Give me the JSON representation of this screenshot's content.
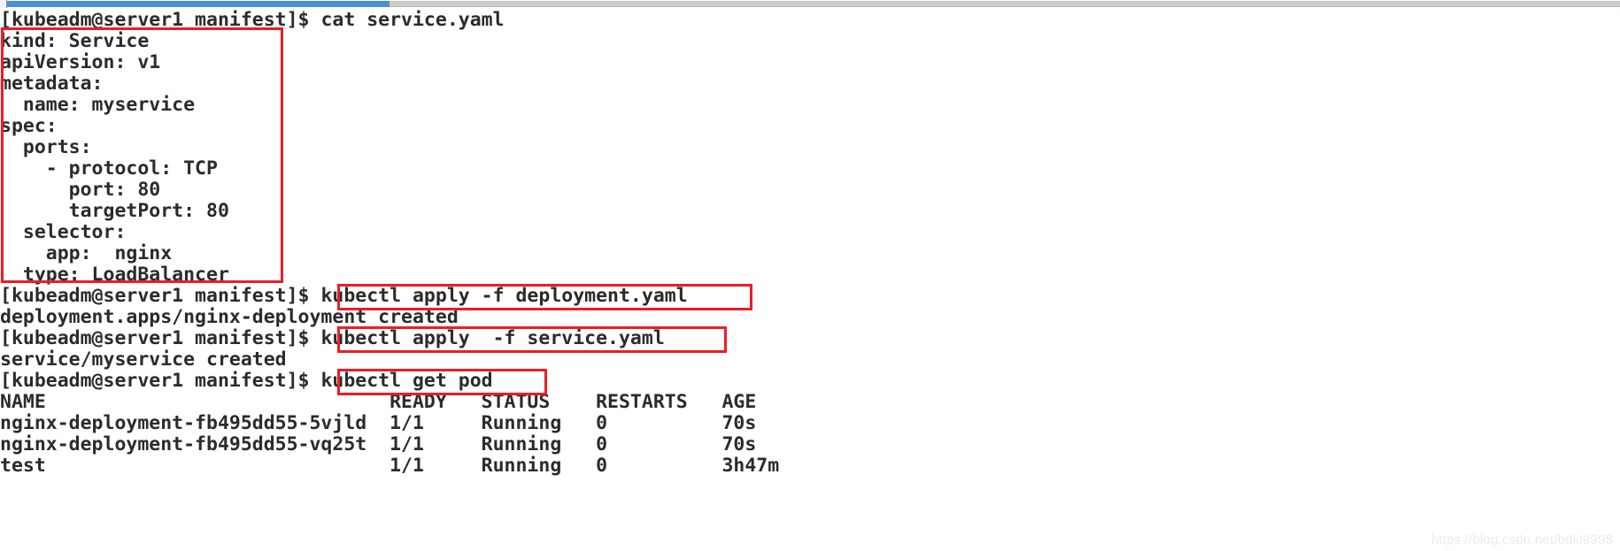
{
  "window": {
    "type": "terminal",
    "background_color": "#ffffff",
    "text_color": "#2b2b2b",
    "accent_color": "#4a90d9",
    "annotation_color": "#ee1c25"
  },
  "scrollbar": {
    "name": "horizontal-scrollbar",
    "thumb_color": "#4a90d9",
    "track_color": "#cfcdc8",
    "thumb_fraction_percent": 24
  },
  "prompt": "[kubeadm@server1 manifest]$ ",
  "lines": [
    {
      "id": "l01",
      "kind": "command",
      "prompt": "[kubeadm@server1 manifest]$ ",
      "text": "cat service.yaml"
    },
    {
      "id": "l02",
      "kind": "output",
      "text": "kind: Service"
    },
    {
      "id": "l03",
      "kind": "output",
      "text": "apiVersion: v1"
    },
    {
      "id": "l04",
      "kind": "output",
      "text": "metadata:"
    },
    {
      "id": "l05",
      "kind": "output",
      "text": "  name: myservice"
    },
    {
      "id": "l06",
      "kind": "output",
      "text": "spec:"
    },
    {
      "id": "l07",
      "kind": "output",
      "text": "  ports:"
    },
    {
      "id": "l08",
      "kind": "output",
      "text": "    - protocol: TCP"
    },
    {
      "id": "l09",
      "kind": "output",
      "text": "      port: 80"
    },
    {
      "id": "l10",
      "kind": "output",
      "text": "      targetPort: 80"
    },
    {
      "id": "l11",
      "kind": "output",
      "text": "  selector:"
    },
    {
      "id": "l12",
      "kind": "output",
      "text": "    app:  nginx"
    },
    {
      "id": "l13",
      "kind": "output",
      "text": "  type: LoadBalancer"
    },
    {
      "id": "l14",
      "kind": "command",
      "prompt": "[kubeadm@server1 manifest]$ ",
      "text": "kubectl apply -f deployment.yaml"
    },
    {
      "id": "l15",
      "kind": "output",
      "text": "deployment.apps/nginx-deployment created"
    },
    {
      "id": "l16",
      "kind": "command",
      "prompt": "[kubeadm@server1 manifest]$ ",
      "text": "kubectl apply  -f service.yaml"
    },
    {
      "id": "l17",
      "kind": "output",
      "text": "service/myservice created"
    },
    {
      "id": "l18",
      "kind": "command",
      "prompt": "[kubeadm@server1 manifest]$ ",
      "text": "kubectl get pod"
    },
    {
      "id": "l19",
      "kind": "table-header",
      "text": "NAME                              READY   STATUS    RESTARTS   AGE"
    },
    {
      "id": "l20",
      "kind": "table-row",
      "text": "nginx-deployment-fb495dd55-5vjld  1/1     Running   0          70s"
    },
    {
      "id": "l21",
      "kind": "table-row",
      "text": "nginx-deployment-fb495dd55-vq25t  1/1     Running   0          70s"
    },
    {
      "id": "l22",
      "kind": "table-row",
      "text": "test                              1/1     Running   0          3h47m"
    }
  ],
  "pod_table": {
    "columns": [
      "NAME",
      "READY",
      "STATUS",
      "RESTARTS",
      "AGE"
    ],
    "rows": [
      {
        "NAME": "nginx-deployment-fb495dd55-5vjld",
        "READY": "1/1",
        "STATUS": "Running",
        "RESTARTS": "0",
        "AGE": "70s"
      },
      {
        "NAME": "nginx-deployment-fb495dd55-vq25t",
        "READY": "1/1",
        "STATUS": "Running",
        "RESTARTS": "0",
        "AGE": "70s"
      },
      {
        "NAME": "test",
        "READY": "1/1",
        "STATUS": "Running",
        "RESTARTS": "0",
        "AGE": "3h47m"
      }
    ]
  },
  "annotations": [
    {
      "id": "a1",
      "name": "yaml-manifest-highlight",
      "label": "service.yaml contents"
    },
    {
      "id": "a2",
      "name": "apply-deployment-cmd-highlight",
      "label": "kubectl apply -f deployment.yaml"
    },
    {
      "id": "a3",
      "name": "apply-service-cmd-highlight",
      "label": "kubectl apply  -f service.yaml"
    },
    {
      "id": "a4",
      "name": "get-pod-cmd-highlight",
      "label": "kubectl get pod"
    }
  ],
  "watermark": {
    "text": "https://blog.csdn.net/bdkl9998"
  }
}
